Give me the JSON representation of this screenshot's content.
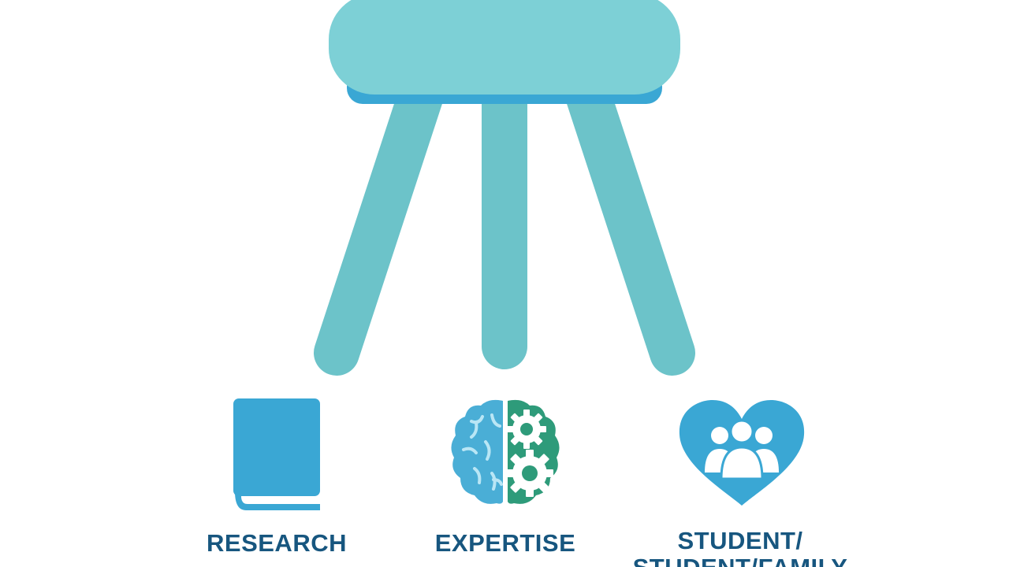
{
  "colors": {
    "seat": "#7dd0d6",
    "seat_underside": "#3aa7d4",
    "legs": "#6cc3c9",
    "research_icon": "#3aa7d4",
    "brain_left": "#4aaed6",
    "brain_right": "#2e9b7a",
    "heart_icon": "#3aa7d4",
    "label_text": "#17567f"
  },
  "diagram": {
    "seat": {
      "name": "stool-seat"
    },
    "legs": [
      {
        "name": "left-leg"
      },
      {
        "name": "center-leg"
      },
      {
        "name": "right-leg"
      }
    ]
  },
  "pillars": [
    {
      "id": "research",
      "icon": "book-icon",
      "label": "RESEARCH"
    },
    {
      "id": "expertise",
      "icon": "brain-gears-icon",
      "label": "EXPERTISE"
    },
    {
      "id": "student",
      "icon": "heart-people-icon",
      "label_line1": "STUDENT/",
      "label_line2": "STUDENT/FAMILY"
    }
  ]
}
